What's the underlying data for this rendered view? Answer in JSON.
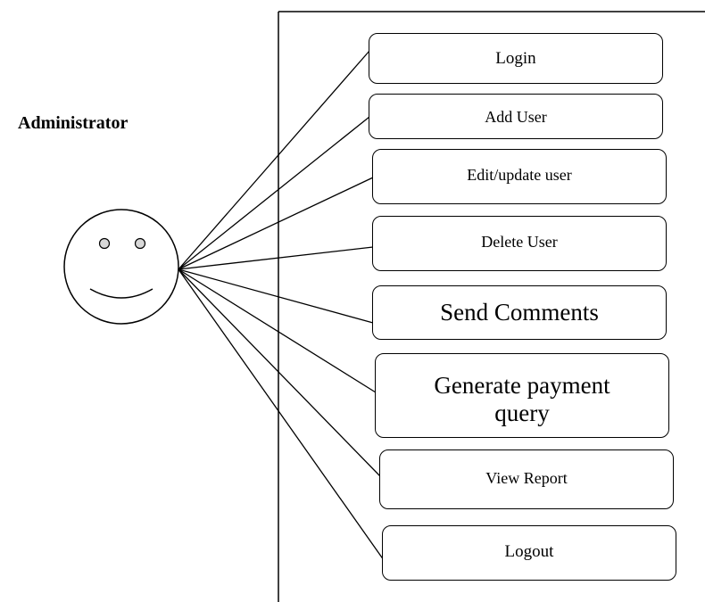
{
  "actor": {
    "label": "Administrator",
    "icon": "smiley-face-icon"
  },
  "use_cases": [
    {
      "id": "login",
      "label": "Login"
    },
    {
      "id": "add-user",
      "label": "Add User"
    },
    {
      "id": "edit-update-user",
      "label": "Edit/update user"
    },
    {
      "id": "delete-user",
      "label": "Delete User"
    },
    {
      "id": "send-comments",
      "label": "Send Comments"
    },
    {
      "id": "generate-payment-query",
      "label_line1": "Generate payment",
      "label_line2": "query"
    },
    {
      "id": "view-report",
      "label": "View Report"
    },
    {
      "id": "logout",
      "label": "Logout"
    }
  ],
  "colors": {
    "line": "#000000",
    "background": "#ffffff"
  }
}
